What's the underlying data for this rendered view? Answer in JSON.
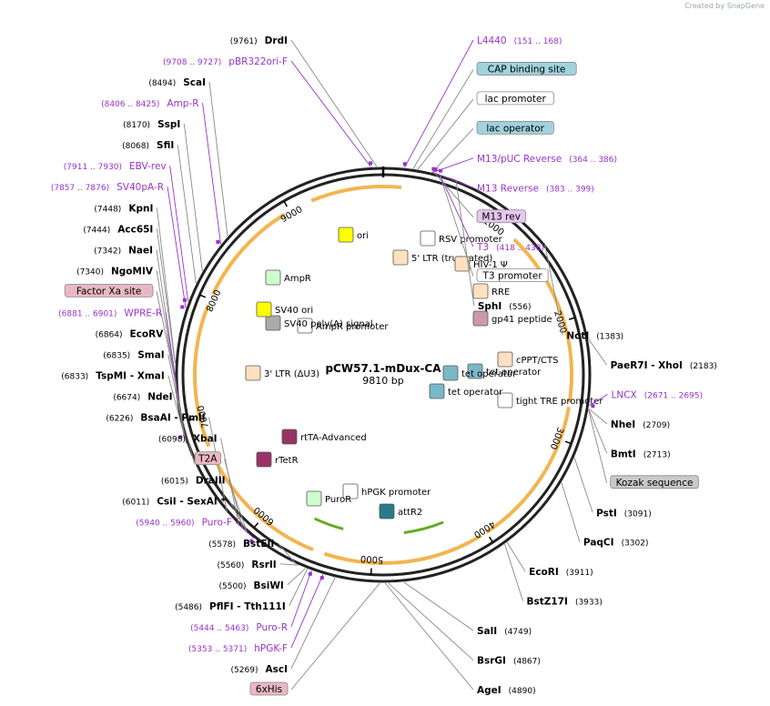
{
  "credit": "Created by SnapGene",
  "plasmid": {
    "name": "pCW57.1-mDux-CA",
    "size_label": "9810 bp",
    "length": 9810
  },
  "ticks": [
    {
      "pos": 1000,
      "label": "1000"
    },
    {
      "pos": 2000,
      "label": "2000"
    },
    {
      "pos": 3000,
      "label": "3000"
    },
    {
      "pos": 4000,
      "label": "4000"
    },
    {
      "pos": 5000,
      "label": "5000"
    },
    {
      "pos": 6000,
      "label": "6000"
    },
    {
      "pos": 7000,
      "label": "7000"
    },
    {
      "pos": 8000,
      "label": "8000"
    },
    {
      "pos": 9000,
      "label": "9000"
    }
  ],
  "labels": [
    {
      "kind": "enzyme",
      "name": "DrdI",
      "num": "(9761)",
      "side": "L",
      "pos": 9761
    },
    {
      "kind": "primer",
      "name": "L4440",
      "num": "(151 .. 168)",
      "side": "R",
      "pos": 160
    },
    {
      "kind": "primer",
      "name": "pBR322ori-F",
      "num": "(9708 .. 9727)",
      "side": "L",
      "pos": 9717
    },
    {
      "kind": "feature",
      "name": "CAP binding site",
      "side": "R",
      "color": "#9fd3dd",
      "pos": 225
    },
    {
      "kind": "feature",
      "name": "lac promoter",
      "side": "R",
      "color": "#ffffff",
      "pos": 260
    },
    {
      "kind": "primer",
      "name": "M13/pUC Reverse",
      "num": "(364 .. 386)",
      "side": "R",
      "pos": 375
    },
    {
      "kind": "feature",
      "name": "lac operator",
      "side": "R",
      "color": "#9fd3dd",
      "pos": 370
    },
    {
      "kind": "primer",
      "name": "M13 Reverse",
      "num": "(383 .. 399)",
      "side": "R",
      "pos": 391
    },
    {
      "kind": "feature",
      "name": "M13 rev",
      "side": "R",
      "color": "#e6c7ef",
      "pos": 391
    },
    {
      "kind": "primer",
      "name": "T3",
      "num": "(418 .. 438)",
      "side": "R",
      "pos": 428
    },
    {
      "kind": "feature",
      "name": "T3 promoter",
      "side": "R",
      "color": "#ffffff",
      "pos": 428
    },
    {
      "kind": "enzyme",
      "name": "SphI",
      "num": "(556)",
      "side": "R",
      "pos": 556
    },
    {
      "kind": "enzyme",
      "name": "NotI",
      "num": "(1383)",
      "side": "R",
      "pos": 1383
    },
    {
      "kind": "enzyme",
      "name": "PaeR7I - XhoI",
      "num": "(2183)",
      "side": "R",
      "pos": 2183
    },
    {
      "kind": "primer",
      "name": "LNCX",
      "num": "(2671 .. 2695)",
      "side": "R",
      "pos": 2683
    },
    {
      "kind": "enzyme",
      "name": "NheI",
      "num": "(2709)",
      "side": "R",
      "pos": 2709
    },
    {
      "kind": "enzyme",
      "name": "BmtI",
      "num": "(2713)",
      "side": "R",
      "pos": 2713
    },
    {
      "kind": "feature",
      "name": "Kozak sequence",
      "side": "R",
      "color": "#c9c9c9",
      "pos": 2720
    },
    {
      "kind": "enzyme",
      "name": "PstI",
      "num": "(3091)",
      "side": "R",
      "pos": 3091
    },
    {
      "kind": "enzyme",
      "name": "PaqCI",
      "num": "(3302)",
      "side": "R",
      "pos": 3302
    },
    {
      "kind": "enzyme",
      "name": "EcoRI",
      "num": "(3911)",
      "side": "R",
      "pos": 3911
    },
    {
      "kind": "enzyme",
      "name": "BstZ17I",
      "num": "(3933)",
      "side": "R",
      "pos": 3933
    },
    {
      "kind": "enzyme",
      "name": "SalI",
      "num": "(4749)",
      "side": "R",
      "pos": 4749
    },
    {
      "kind": "enzyme",
      "name": "BsrGI",
      "num": "(4867)",
      "side": "R",
      "pos": 4867
    },
    {
      "kind": "enzyme",
      "name": "AgeI",
      "num": "(4890)",
      "side": "R",
      "pos": 4890
    },
    {
      "kind": "feature",
      "name": "6xHis",
      "side": "L",
      "color": "#e9b8c4",
      "pos": 4930
    },
    {
      "kind": "enzyme",
      "name": "AscI",
      "num": "(5269)",
      "side": "L",
      "pos": 5269
    },
    {
      "kind": "primer",
      "name": "hPGK-F",
      "num": "(5353 .. 5371)",
      "side": "L",
      "pos": 5362
    },
    {
      "kind": "primer",
      "name": "Puro-R",
      "num": "(5444 .. 5463)",
      "side": "L",
      "pos": 5453
    },
    {
      "kind": "enzyme",
      "name": "PflFI - Tth111I",
      "num": "(5486)",
      "side": "L",
      "pos": 5486
    },
    {
      "kind": "enzyme",
      "name": "BsiWI",
      "num": "(5500)",
      "side": "L",
      "pos": 5500
    },
    {
      "kind": "enzyme",
      "name": "RsrII",
      "num": "(5560)",
      "side": "L",
      "pos": 5560
    },
    {
      "kind": "enzyme",
      "name": "BstEII",
      "num": "(5578)",
      "side": "L",
      "pos": 5578
    },
    {
      "kind": "primer",
      "name": "Puro-F",
      "num": "(5940 .. 5960)",
      "side": "L",
      "pos": 5950
    },
    {
      "kind": "enzyme",
      "name": "CsiI - SexAI *",
      "num": "(6011)",
      "side": "L",
      "pos": 6011
    },
    {
      "kind": "enzyme",
      "name": "DraIII",
      "num": "(6015)",
      "side": "L",
      "pos": 6015
    },
    {
      "kind": "feature",
      "name": "T2A",
      "side": "L",
      "color": "#e9b8c4",
      "pos": 6060
    },
    {
      "kind": "enzyme",
      "name": "XbaI",
      "num": "(6098)",
      "side": "L",
      "pos": 6098
    },
    {
      "kind": "enzyme",
      "name": "BsaAI - PmlI",
      "num": "(6226)",
      "side": "L",
      "pos": 6226
    },
    {
      "kind": "enzyme",
      "name": "NdeI",
      "num": "(6674)",
      "side": "L",
      "pos": 6674
    },
    {
      "kind": "enzyme",
      "name": "TspMI - XmaI",
      "num": "(6833)",
      "side": "L",
      "pos": 6833
    },
    {
      "kind": "enzyme",
      "name": "SmaI",
      "num": "(6835)",
      "side": "L",
      "pos": 6835
    },
    {
      "kind": "enzyme",
      "name": "EcoRV",
      "num": "(6864)",
      "side": "L",
      "pos": 6864
    },
    {
      "kind": "primer",
      "name": "WPRE-R",
      "num": "(6881 .. 6901)",
      "side": "L",
      "pos": 6891
    },
    {
      "kind": "feature",
      "name": "Factor Xa site",
      "side": "L",
      "color": "#e9b8c4",
      "pos": 7330
    },
    {
      "kind": "enzyme",
      "name": "NgoMIV",
      "num": "(7340)",
      "side": "L",
      "pos": 7340
    },
    {
      "kind": "enzyme",
      "name": "NaeI",
      "num": "(7342)",
      "side": "L",
      "pos": 7342
    },
    {
      "kind": "enzyme",
      "name": "Acc65I",
      "num": "(7444)",
      "side": "L",
      "pos": 7444
    },
    {
      "kind": "enzyme",
      "name": "KpnI",
      "num": "(7448)",
      "side": "L",
      "pos": 7448
    },
    {
      "kind": "primer",
      "name": "SV40pA-R",
      "num": "(7857 .. 7876)",
      "side": "L",
      "pos": 7866
    },
    {
      "kind": "primer",
      "name": "EBV-rev",
      "num": "(7911 .. 7930)",
      "side": "L",
      "pos": 7920
    },
    {
      "kind": "enzyme",
      "name": "SfiI",
      "num": "(8068)",
      "side": "L",
      "pos": 8068
    },
    {
      "kind": "enzyme",
      "name": "SspI",
      "num": "(8170)",
      "side": "L",
      "pos": 8170
    },
    {
      "kind": "primer",
      "name": "Amp-R",
      "num": "(8406 .. 8425)",
      "side": "L",
      "pos": 8415
    },
    {
      "kind": "enzyme",
      "name": "ScaI",
      "num": "(8494)",
      "side": "L",
      "pos": 8494
    }
  ],
  "inner_features": [
    {
      "name": "ori",
      "color": "#ffff00"
    },
    {
      "name": "AmpR",
      "color": "#ccffcc"
    },
    {
      "name": "AmpR promoter",
      "color": "#ffffff"
    },
    {
      "name": "RSV promoter",
      "color": "#ffffff"
    },
    {
      "name": "5' LTR (truncated)",
      "color": "#ffe0c0"
    },
    {
      "name": "HIV-1 Ψ",
      "color": "#ffe0c0"
    },
    {
      "name": "RRE",
      "color": "#ffe0c0"
    },
    {
      "name": "gp41 peptide",
      "color": "#cc99aa"
    },
    {
      "name": "cPPT/CTS",
      "color": "#ffe0c0"
    },
    {
      "name": "tight TRE promoter",
      "color": "#ffffff"
    },
    {
      "name": "tet operator",
      "color": "#7ab8c8"
    },
    {
      "name": "tet operator",
      "color": "#7ab8c8"
    },
    {
      "name": "tet operator",
      "color": "#7ab8c8"
    },
    {
      "name": "attR2",
      "color": "#2a7a8a"
    },
    {
      "name": "hPGK promoter",
      "color": "#ffffff"
    },
    {
      "name": "PuroR",
      "color": "#ccffcc"
    },
    {
      "name": "rTetR",
      "color": "#993366"
    },
    {
      "name": "rtTA-Advanced",
      "color": "#993366"
    },
    {
      "name": "3' LTR (ΔU3)",
      "color": "#ffe0c0"
    },
    {
      "name": "SV40 poly(A) signal",
      "color": "#aaaaaa"
    },
    {
      "name": "SV40 ori",
      "color": "#ffff00"
    }
  ],
  "colors": {
    "enzyme": "#000000",
    "primer": "#9933cc",
    "backbone": "#222222",
    "orf": "#f0a830",
    "green_arc": "#66aa22"
  }
}
